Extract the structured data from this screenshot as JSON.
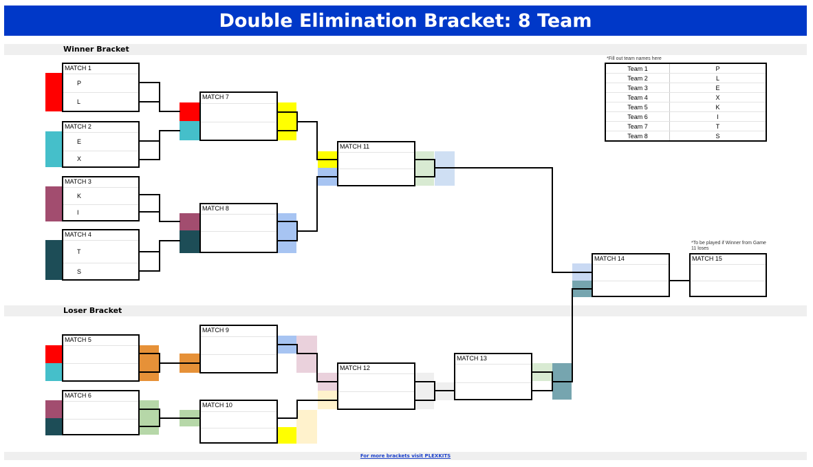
{
  "title": "Double Elimination Bracket: 8 Team",
  "winner_label": "Winner Bracket",
  "loser_label": "Loser Bracket",
  "fill_note": "*Fill out team names here",
  "match15_note": "*To be played if Winner from Game 11 loses",
  "footer": "For more brackets visit PLEXKITS",
  "teams": [
    {
      "label": "Team 1",
      "name": "P"
    },
    {
      "label": "Team 2",
      "name": "L"
    },
    {
      "label": "Team 3",
      "name": "E"
    },
    {
      "label": "Team 4",
      "name": "X"
    },
    {
      "label": "Team 5",
      "name": "K"
    },
    {
      "label": "Team 6",
      "name": "I"
    },
    {
      "label": "Team 7",
      "name": "T"
    },
    {
      "label": "Team 8",
      "name": "S"
    }
  ],
  "matches": {
    "m1": {
      "title": "MATCH 1",
      "top": "P",
      "bottom": "L"
    },
    "m2": {
      "title": "MATCH 2",
      "top": "E",
      "bottom": "X"
    },
    "m3": {
      "title": "MATCH 3",
      "top": "K",
      "bottom": "I"
    },
    "m4": {
      "title": "MATCH 4",
      "top": "T",
      "bottom": "S"
    },
    "m5": {
      "title": "MATCH 5"
    },
    "m6": {
      "title": "MATCH 6"
    },
    "m7": {
      "title": "MATCH 7"
    },
    "m8": {
      "title": "MATCH 8"
    },
    "m9": {
      "title": "MATCH 9"
    },
    "m10": {
      "title": "MATCH 10"
    },
    "m11": {
      "title": "MATCH 11"
    },
    "m12": {
      "title": "MATCH 12"
    },
    "m13": {
      "title": "MATCH 13"
    },
    "m14": {
      "title": "MATCH 14"
    },
    "m15": {
      "title": "MATCH 15"
    }
  },
  "colors": {
    "banner": "#0038c8",
    "team_p_l": "#ff0000",
    "team_e_x": "#45bfca",
    "team_k_i": "#a24d6f",
    "team_t_s": "#1d4d57",
    "winner_m7": "#ffff00",
    "winner_m8": "#a7c4f2",
    "winner_m11": "#d8ead2",
    "winner_m11_out": "#cfdff3",
    "loser_m5": "#e69138",
    "loser_m6": "#b6d7a8",
    "loser_m9": "#a7c4f2",
    "loser_m9_out": "#ead1dc",
    "loser_m10": "#ffff00",
    "loser_m10_out": "#fff2cc",
    "loser_m12": "#efefef",
    "loser_m13": "#d8ead2",
    "match13_out": "#76a5af",
    "match14_in": "#c9d9f3"
  }
}
